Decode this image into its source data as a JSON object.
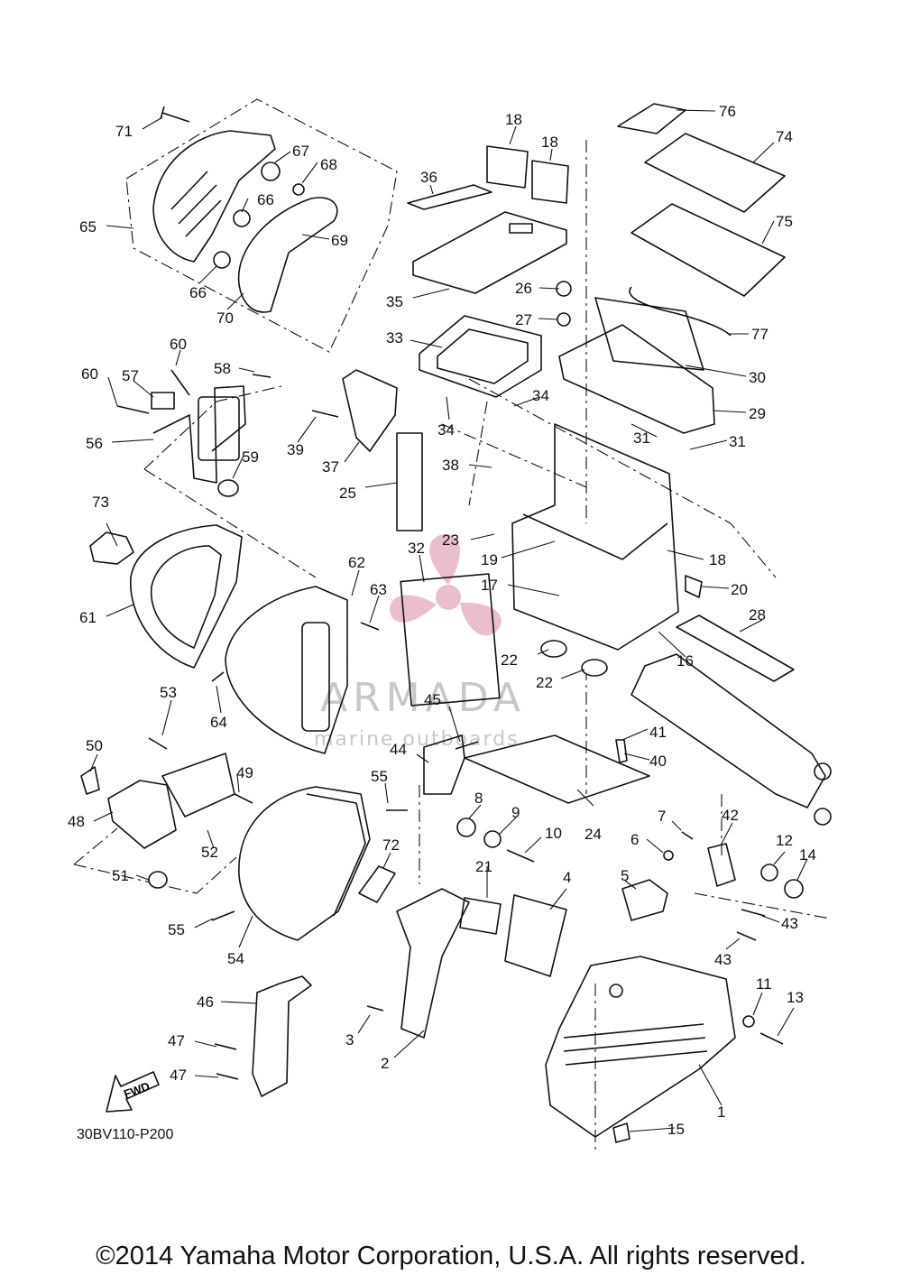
{
  "diagram": {
    "part_code": "30BV110-P200",
    "fwd_label": "FWD",
    "watermark": {
      "brand": "ARMADA",
      "tagline": "marine outboards"
    },
    "callouts": [
      "1",
      "2",
      "3",
      "4",
      "5",
      "6",
      "7",
      "8",
      "9",
      "10",
      "11",
      "12",
      "13",
      "14",
      "15",
      "16",
      "17",
      "18",
      "18",
      "18",
      "19",
      "20",
      "21",
      "22",
      "22",
      "23",
      "24",
      "25",
      "26",
      "27",
      "28",
      "29",
      "30",
      "31",
      "31",
      "32",
      "33",
      "34",
      "34",
      "35",
      "36",
      "37",
      "38",
      "39",
      "40",
      "41",
      "42",
      "43",
      "43",
      "44",
      "45",
      "46",
      "47",
      "47",
      "48",
      "49",
      "50",
      "51",
      "52",
      "53",
      "54",
      "55",
      "55",
      "56",
      "57",
      "58",
      "59",
      "60",
      "60",
      "61",
      "62",
      "63",
      "64",
      "65",
      "66",
      "66",
      "67",
      "68",
      "69",
      "70",
      "71",
      "72",
      "73",
      "74",
      "75",
      "76",
      "77"
    ]
  },
  "footer": {
    "copyright": "©2014 Yamaha Motor Corporation, U.S.A. All rights reserved."
  }
}
